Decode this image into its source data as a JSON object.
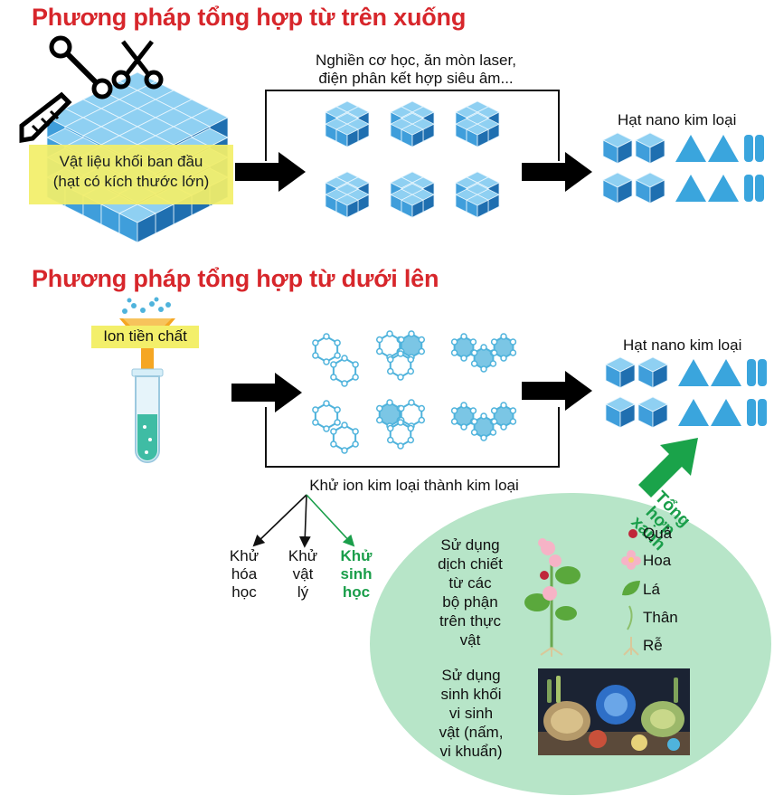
{
  "colors": {
    "title_red": "#d7262b",
    "cube_top": "#8fd0f2",
    "cube_left": "#3f9edb",
    "cube_right": "#1f6fb0",
    "green_text": "#1a9e4a",
    "ellipse_fill": "#b7e5c8",
    "molecule": "#4fb3dc"
  },
  "top_section": {
    "title": "Phương pháp tổng hợp từ trên xuống",
    "process_line1": "Nghiền cơ học, ăn mòn laser,",
    "process_line2": "điện phân kết hợp siêu âm...",
    "bulk_line1": "Vật liệu khối ban đầu",
    "bulk_line2": "(hạt có kích thước lớn)",
    "result_label": "Hạt nano kim loại",
    "icons": [
      "wrench-icon",
      "scissors-icon",
      "saw-icon"
    ]
  },
  "bottom_section": {
    "title": "Phương pháp tổng hợp từ dưới lên",
    "precursor_label": "Ion tiền chất",
    "reduction_label": "Khử ion kim loại thành kim loại",
    "result_label": "Hạt nano kim loại",
    "green_arrow_label": [
      "Tổng",
      "hợp",
      "xanh"
    ],
    "methods": [
      {
        "lines": [
          "Khử",
          "hóa",
          "học"
        ],
        "green": false
      },
      {
        "lines": [
          "Khử",
          "vật",
          "lý"
        ],
        "green": false
      },
      {
        "lines": [
          "Khử",
          "sinh",
          "học"
        ],
        "green": true
      }
    ],
    "plant_text": [
      "Sử dụng",
      "dịch chiết",
      "từ các",
      "bộ phận",
      "trên thực",
      "vật"
    ],
    "plant_parts": [
      "Quả",
      "Hoa",
      "Lá",
      "Thân",
      "Rễ"
    ],
    "microbe_text": [
      "Sử dụng",
      "sinh khối",
      "vi sinh",
      "vật (nấm,",
      "vi khuẩn)"
    ]
  }
}
